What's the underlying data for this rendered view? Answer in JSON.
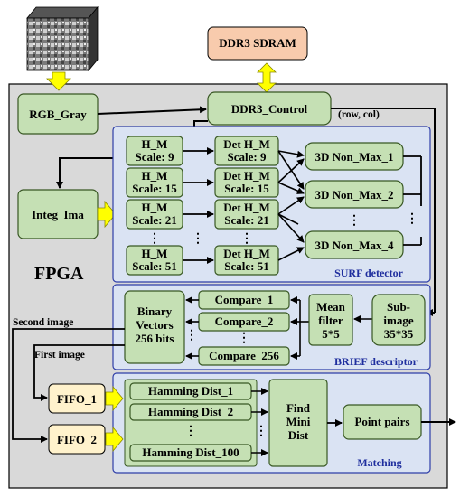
{
  "fpga_label": "FPGA",
  "ddr3_sdram": "DDR3 SDRAM",
  "ddr3_control": "DDR3_Control",
  "rgb_gray": "RGB_Gray",
  "integ_ima": "Integ_Ima",
  "row_col": "(row, col)",
  "surf": {
    "title": "SURF detector",
    "hm": [
      {
        "l1": "H_M",
        "l2": "Scale: 9"
      },
      {
        "l1": "H_M",
        "l2": "Scale: 15"
      },
      {
        "l1": "H_M",
        "l2": "Scale: 21"
      },
      {
        "l1": "H_M",
        "l2": "Scale: 51"
      }
    ],
    "det": [
      {
        "l1": "Det H_M",
        "l2": "Scale: 9"
      },
      {
        "l1": "Det H_M",
        "l2": "Scale: 15"
      },
      {
        "l1": "Det H_M",
        "l2": "Scale: 21"
      },
      {
        "l1": "Det H_M",
        "l2": "Scale: 51"
      }
    ],
    "nonmax": [
      "3D Non_Max_1",
      "3D Non_Max_2",
      "3D Non_Max_4"
    ]
  },
  "brief": {
    "title": "BRIEF descriptor",
    "binary": [
      "Binary",
      "Vectors",
      "256 bits"
    ],
    "compare": [
      "Compare_1",
      "Compare_2",
      "Compare_256"
    ],
    "mean": [
      "Mean",
      "filter",
      "5*5"
    ],
    "sub": [
      "Sub-",
      "image",
      "35*35"
    ]
  },
  "matching": {
    "title": "Matching",
    "hamming": [
      "Hamming Dist_1",
      "Hamming Dist_2",
      "Hamming Dist_100"
    ],
    "find": [
      "Find",
      "Mini",
      "Dist"
    ],
    "pairs": "Point pairs"
  },
  "fifo": [
    "FIFO_1",
    "FIFO_2"
  ],
  "second_image": "Second image",
  "first_image": "First image",
  "ellipsis": "⋮",
  "colors": {
    "fpga_bg": "#d9d9d9",
    "green": "#c5e0b4",
    "green_edge": "#385723",
    "blue_bg": "#dae3f3",
    "blue_edge": "#2f3ea8",
    "ddr_fill": "#f8cbad",
    "fifo_fill": "#fff2cc",
    "yellow": "#ffff00",
    "title_blue": "#1f2e9e"
  },
  "icon": "satellite-image-cube-icon"
}
